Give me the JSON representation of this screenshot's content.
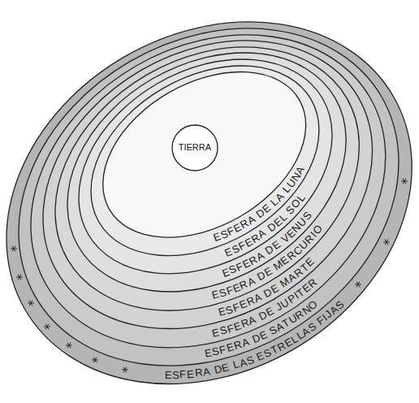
{
  "diagram": {
    "nodes": [
      {
        "text": [
          "ESFERA DE LAS ESTRELLAS FIJAS"
        ]
      },
      {
        "text": [
          "ESFERA DE SATURNO"
        ],
        "in": 0
      },
      {
        "text": [
          "ESFERA DE JUPITER"
        ],
        "in": 1
      },
      {
        "text": [
          "ESFERA DE MARTE"
        ],
        "in": 2
      },
      {
        "text": [
          "ESFERA DE MERCURIO"
        ],
        "in": 3
      },
      {
        "text": [
          "ESFERA DE VENUS"
        ],
        "in": 4
      },
      {
        "text": [
          "ESFERA DEL SOL"
        ],
        "in": 5
      },
      {
        "text": [
          "ESFERA DE LA LUNA"
        ],
        "in": 6
      },
      {
        "text": [
          "TIERRA"
        ],
        "in": 7
      }
    ]
  }
}
